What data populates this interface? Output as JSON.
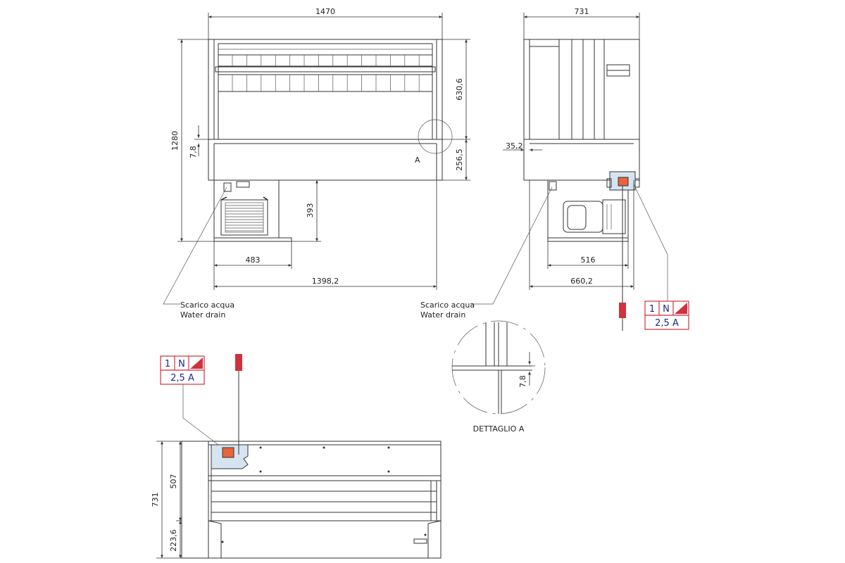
{
  "front_view": {
    "dim_width": "1470",
    "dim_height": "1280",
    "dim_top_section": "630,6",
    "dim_basin": "256,5",
    "dim_lip": "7,8",
    "dim_unit_height": "393",
    "dim_unit_width": "483",
    "dim_base_width": "1398,2",
    "detail_label": "A",
    "drain_label_it": "Scarico acqua",
    "drain_label_en": "Water drain"
  },
  "side_view": {
    "dim_depth": "731",
    "dim_offset": "35,2",
    "dim_unit_width": "516",
    "dim_base_width": "660,2",
    "drain_label_it": "Scarico acqua",
    "drain_label_en": "Water drain"
  },
  "electrical_side": {
    "phase": "1",
    "neutral": "N",
    "current": "2,5 A",
    "box_color": "#d0313d",
    "socket_color": "#e8643c",
    "plug_color": "#d0313d"
  },
  "detail_view": {
    "dim_lip": "7,8",
    "title": "DETTAGLIO A"
  },
  "top_view": {
    "dim_depth": "731",
    "dim_shelf": "507",
    "dim_front": "223,6",
    "panel_color": "#d6e4f2"
  },
  "electrical_top": {
    "phase": "1",
    "neutral": "N",
    "current": "2,5 A",
    "box_color": "#d0313d",
    "socket_color": "#e8643c",
    "plug_color": "#d0313d"
  }
}
